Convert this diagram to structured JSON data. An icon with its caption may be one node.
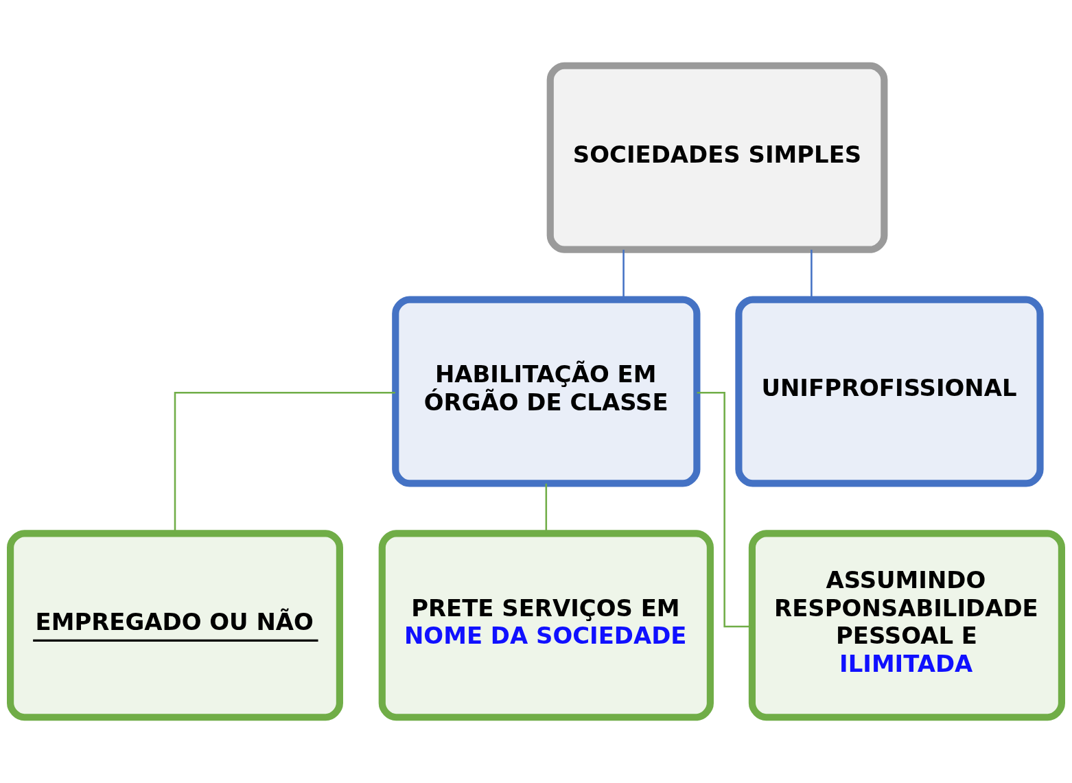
{
  "diagram": {
    "nodes": [
      {
        "text": [
          "SOCIEDADES SIMPLES"
        ]
      },
      {
        "text": [
          "HABILITAÇÃO EM ÓRGÃO DE CLASSE"
        ]
      },
      {
        "text": [
          "UNIFPROFISSIONAL"
        ]
      },
      {
        "text": [
          "EMPREGADO OU NÃO"
        ]
      },
      {
        "text": [
          "PRETE SERVIÇOS EM",
          "NOME DA SOCIEDADE"
        ]
      },
      {
        "text": [
          "ASSUMINDO RESPONSABILIDADE PESSOAL E",
          "ILIMITADA"
        ]
      }
    ],
    "edges": [
      {
        "from": 0,
        "to": 1,
        "arrow": "none",
        "color": "#4472c4"
      },
      {
        "from": 0,
        "to": 2,
        "arrow": "none",
        "color": "#4472c4"
      },
      {
        "from": 1,
        "to": 3,
        "arrow": "none"
      },
      {
        "from": 1,
        "to": 4,
        "arrow": "none"
      },
      {
        "from": 1,
        "to": 5,
        "arrow": "none"
      }
    ]
  }
}
